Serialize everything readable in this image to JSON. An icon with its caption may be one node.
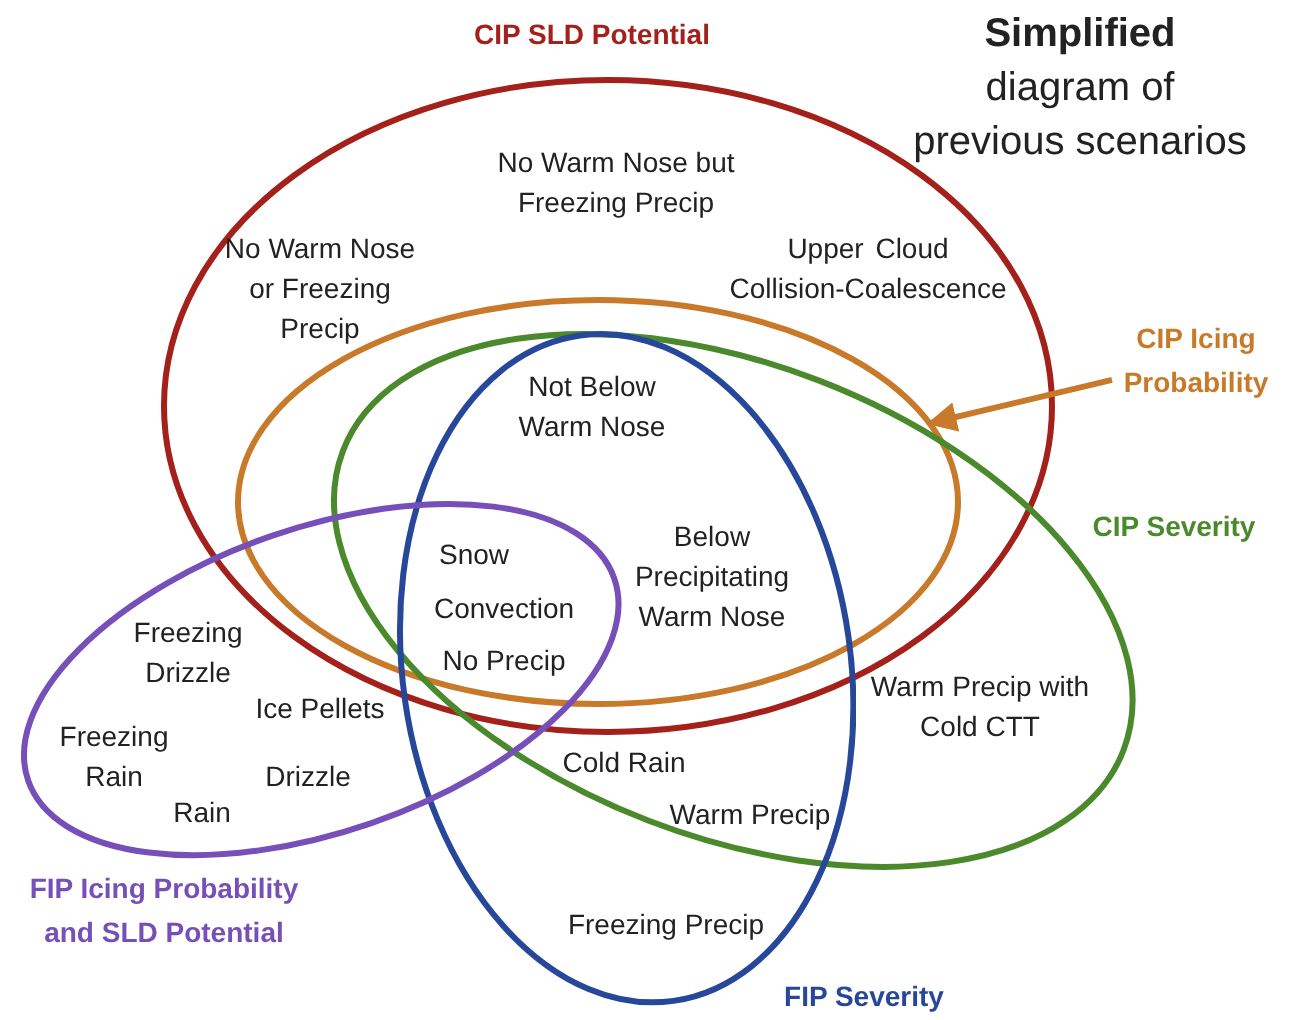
{
  "diagram": {
    "title": "**Simplified** diagram of previous scenarios",
    "nodes": [
      {
        "text": [
          "CIP SLD Potential"
        ]
      },
      {
        "text": [
          "CIP Icing Probability"
        ]
      },
      {
        "text": [],
        "shape": "ellipse",
        "in": 0
      },
      {
        "text": [
          "CIP Severity"
        ]
      },
      {
        "text": [
          "FIP Severity"
        ]
      },
      {
        "text": [
          "FIP Icing Probability and SLD Potential"
        ]
      }
    ],
    "edges": [
      {
        "from": 1,
        "to": 2,
        "arrow": "to"
      }
    ],
    "labels": [
      "No Warm Nose but Freezing Precip",
      "No Warm Nose or Freezing Precip",
      "Upper Cloud Collision-Coalescence",
      "Not Below Warm Nose",
      "Snow",
      "Below Precipitating Warm Nose",
      "Convection",
      "Freezing Drizzle",
      "No Precip",
      "Ice Pellets",
      "Freezing Rain",
      "Drizzle",
      "Warm Precip with Cold CTT",
      "Cold Rain",
      "Rain",
      "Warm Precip",
      "Freezing Precip"
    ]
  }
}
